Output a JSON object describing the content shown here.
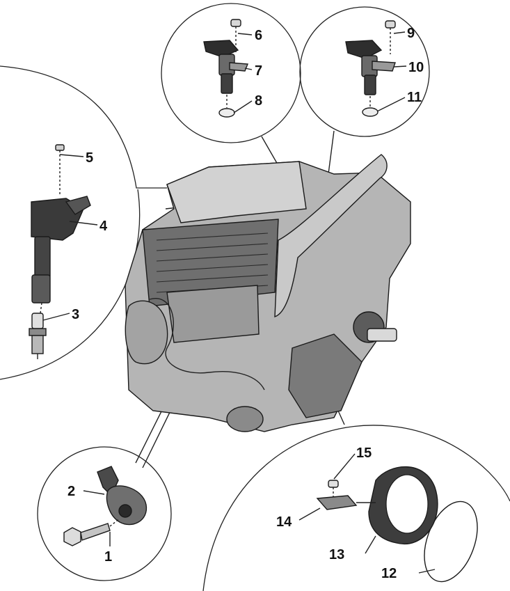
{
  "diagram": {
    "callouts": [
      {
        "id": "1",
        "label": "1"
      },
      {
        "id": "2",
        "label": "2"
      },
      {
        "id": "3",
        "label": "3"
      },
      {
        "id": "4",
        "label": "4"
      },
      {
        "id": "5",
        "label": "5"
      },
      {
        "id": "6",
        "label": "6"
      },
      {
        "id": "7",
        "label": "7"
      },
      {
        "id": "8",
        "label": "8"
      },
      {
        "id": "9",
        "label": "9"
      },
      {
        "id": "10",
        "label": "10"
      },
      {
        "id": "11",
        "label": "11"
      },
      {
        "id": "12",
        "label": "12"
      },
      {
        "id": "13",
        "label": "13"
      },
      {
        "id": "14",
        "label": "14"
      },
      {
        "id": "15",
        "label": "15"
      }
    ],
    "colors": {
      "line": "#222222",
      "part_dark": "#3a3a3a",
      "part_mid": "#8c8c8c",
      "part_light": "#c8c8c8",
      "background": "#ffffff"
    }
  }
}
